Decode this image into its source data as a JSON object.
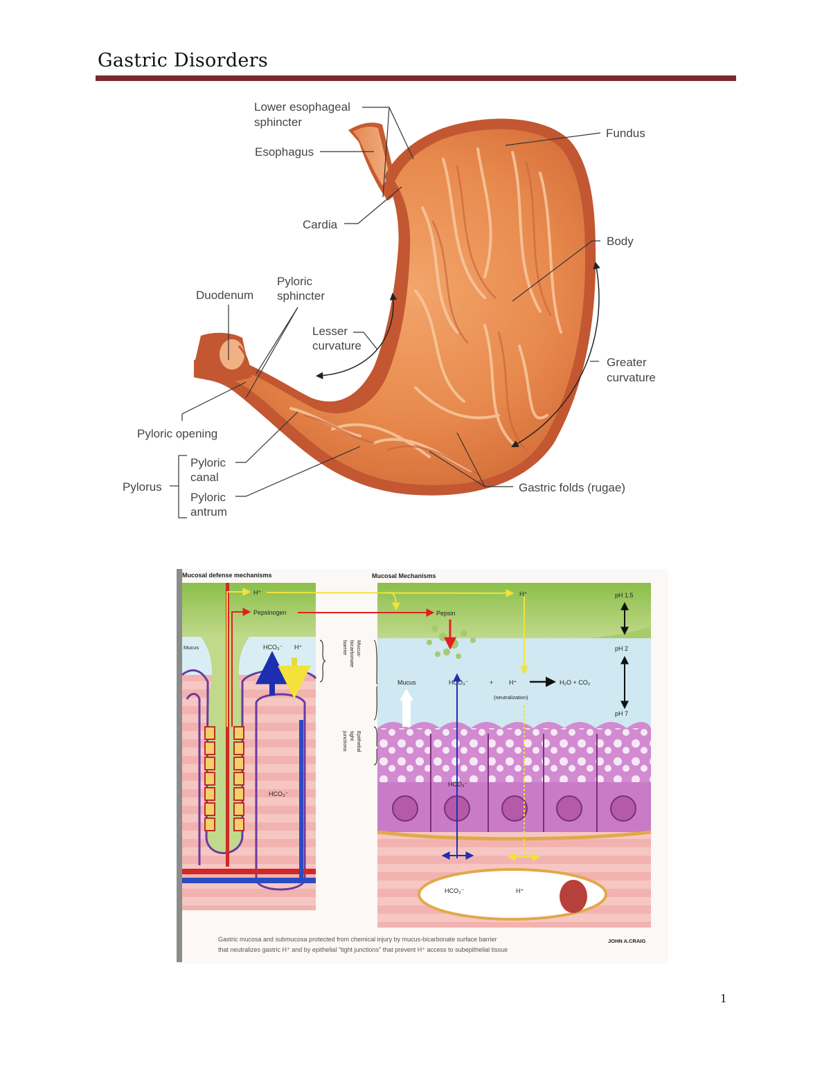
{
  "header": {
    "title": "Gastric Disorders"
  },
  "stomach_figure": {
    "labels": {
      "les_1": "Lower esophageal",
      "les_2": "sphincter",
      "esophagus": "Esophagus",
      "fundus": "Fundus",
      "cardia": "Cardia",
      "body": "Body",
      "duodenum": "Duodenum",
      "pyloric_sphincter_1": "Pyloric",
      "pyloric_sphincter_2": "sphincter",
      "lesser_1": "Lesser",
      "lesser_2": "curvature",
      "greater_1": "Greater",
      "greater_2": "curvature",
      "pyloric_opening": "Pyloric opening",
      "pylorus": "Pylorus",
      "pyloric_canal_1": "Pyloric",
      "pyloric_canal_2": "canal",
      "pyloric_antrum_1": "Pyloric",
      "pyloric_antrum_2": "antrum",
      "gastric_folds": "Gastric folds (rugae)"
    }
  },
  "mucosa_figure": {
    "left_title": "Mucosal defense mechanisms",
    "right_title": "Mucosal Mechanisms",
    "h_plus": "H⁺",
    "pepsinogen": "Pepsinogen",
    "pepsin": "Pepsin",
    "mucus": "Mucus",
    "hco3": "HCO₃⁻",
    "h_short": "H⁺",
    "barrier_1": "Mucus-",
    "barrier_2": "bicarbonate",
    "barrier_3": "barrier",
    "tight_1": "Epithelial",
    "tight_2": "tight",
    "tight_3": "junctions",
    "plus": "+",
    "product": "H₂O + CO₂",
    "neutralization": "(neutralization)",
    "ph_1": "pH 1.5",
    "ph_2": "pH 2",
    "ph_3": "pH 7",
    "caption_1": "Gastric mucosa and submucosa protected from chemical injury by mucus-bicarbonate surface barrier",
    "caption_2": "that neutralizes gastric H⁺ and by epithelial \"tight junctions\" that prevent H⁺ access to subepithelial tissue",
    "signature": "JOHN A.CRAIG"
  },
  "footer": {
    "page_number": "1"
  }
}
